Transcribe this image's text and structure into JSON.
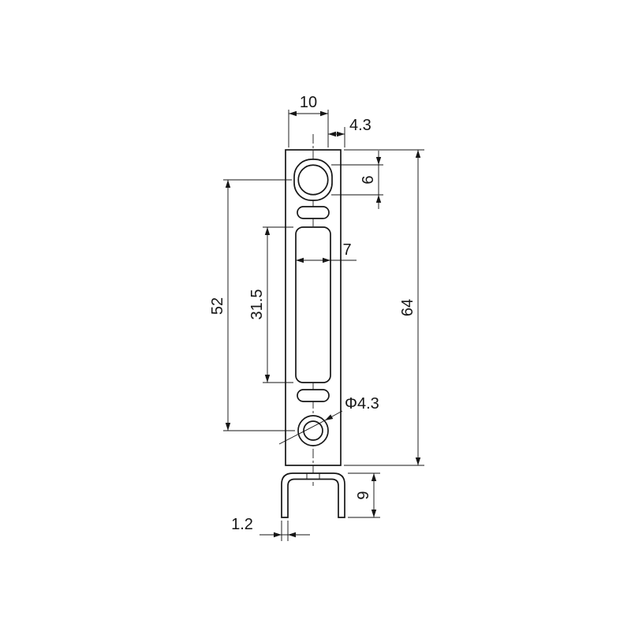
{
  "page": {
    "background_color": "#ffffff",
    "line_color": "#161616",
    "content_type": "mechanical-part-dimension-drawing"
  },
  "drawing": {
    "labels": {
      "top_width": "10",
      "top_offset": "4.3",
      "top_hole": "6",
      "slot_width": "7",
      "hole_spacing": "52",
      "slot_length": "31.5",
      "overall_length": "64",
      "hole_diameter": "Φ4.3",
      "channel_height": "9",
      "thickness": "1.2"
    }
  }
}
